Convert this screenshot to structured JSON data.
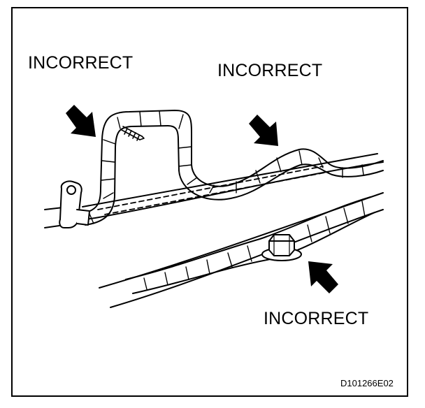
{
  "labels": {
    "incorrect_top_left": "INCORRECT",
    "incorrect_top_right": "INCORRECT",
    "incorrect_bottom": "INCORRECT"
  },
  "figure_code": "D101266E02",
  "icons": [
    "arrow-icon",
    "clamp-icon",
    "screw-icon",
    "bolt-icon"
  ],
  "colors": {
    "line": "#000000",
    "background": "#ffffff"
  }
}
